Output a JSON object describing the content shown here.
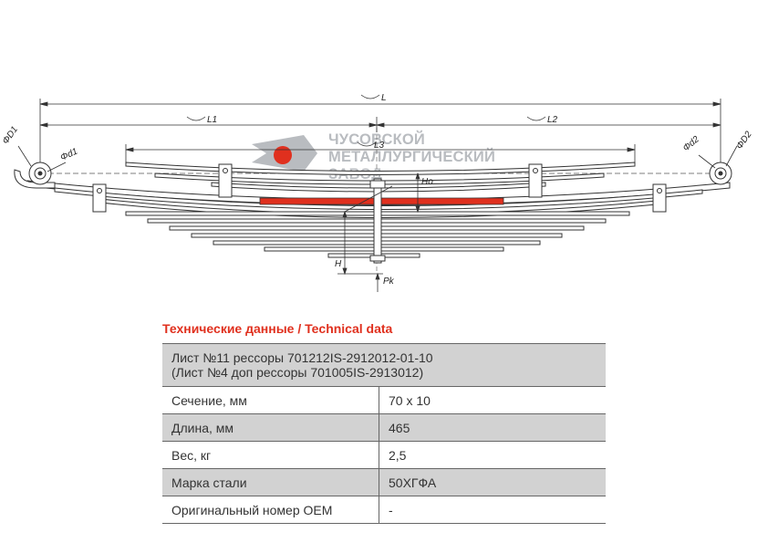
{
  "drawing": {
    "dimension_labels": {
      "L": "L",
      "L1": "L1",
      "L2": "L2",
      "L3": "L3",
      "H0": "Ho",
      "H": "H",
      "Pk": "Pk",
      "D1": "ΦD1",
      "d1": "Φd1",
      "d2": "Φd2",
      "D2": "ΦD2"
    },
    "colors": {
      "highlight_leaf": "#e0301e",
      "line": "#333333",
      "logo_gray": "#b9bcc0",
      "logo_red": "#e0301e"
    }
  },
  "logo": {
    "lines": [
      "ЧУСОВСКОЙ",
      "МЕТАЛЛУРГИЧЕСКИЙ",
      "ЗАВОД"
    ]
  },
  "technical_data": {
    "title": "Технические данные / Technical data",
    "header": {
      "line1": "Лист №11 рессоры 701212IS-2912012-01-10",
      "line2": "(Лист №4 доп рессоры 701005IS-2913012)"
    },
    "rows": [
      {
        "label": "Сечение, мм",
        "value": "70 х 10"
      },
      {
        "label": "Длина, мм",
        "value": "465"
      },
      {
        "label": "Вес, кг",
        "value": "2,5"
      },
      {
        "label": "Марка стали",
        "value": "50ХГФА"
      },
      {
        "label": "Оригинальный номер OEM",
        "value": "-"
      }
    ]
  }
}
